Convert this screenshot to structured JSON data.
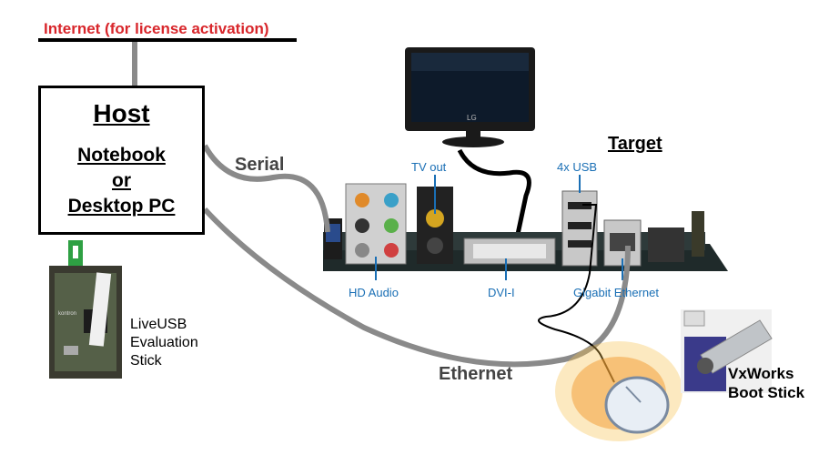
{
  "internet": {
    "label": "Internet (for license activation)"
  },
  "host": {
    "title": "Host",
    "line1": "Notebook",
    "line2": "or",
    "line3": "Desktop PC"
  },
  "target": {
    "title": "Target"
  },
  "connections": {
    "serial": "Serial",
    "ethernet": "Ethernet"
  },
  "ports": {
    "tv_out": "TV out",
    "usb": "4x USB",
    "hd_audio": "HD Audio",
    "dvi": "DVI-I",
    "gigabit": "Gigabit Ethernet"
  },
  "live_usb": {
    "line1": "LiveUSB",
    "line2": "Evaluation",
    "line3": "Stick",
    "brand": "kontron"
  },
  "vxworks": {
    "line1": "VxWorks",
    "line2": "Boot Stick"
  },
  "monitor": {
    "brand": "LG"
  },
  "colors": {
    "internet_red": "#d8262b",
    "cable_gray": "#8a8a8a",
    "port_blue": "#1a6fb5"
  }
}
